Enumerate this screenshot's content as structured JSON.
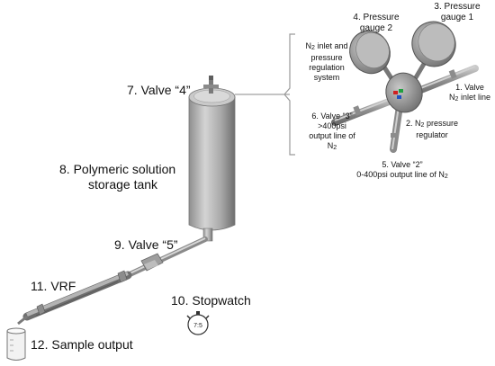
{
  "labels": {
    "valve4": "7. Valve “4”",
    "tank_line1": "8. Polymeric solution",
    "tank_line2": "storage tank",
    "valve5": "9. Valve “5”",
    "vrf": "11. VRF",
    "stopwatch": "10. Stopwatch",
    "stopwatch_face": "7:5",
    "sample_output": "12. Sample output"
  },
  "inset": {
    "pressure_gauge_2_line1": "4. Pressure",
    "pressure_gauge_2_line2": "gauge 2",
    "pressure_gauge_1_line1": "3. Pressure",
    "pressure_gauge_1_line2": "gauge 1",
    "n2_system_line1_prefix": "N",
    "n2_system_line1_suffix": " inlet and",
    "n2_system_line2": "pressure",
    "n2_system_line3": "regulation",
    "n2_system_line4": "system",
    "valve1_line1": "1. Valve",
    "valve1_line2_prefix": "N",
    "valve1_line2_suffix": " inlet line",
    "regulator_line1_prefix": "2. N",
    "regulator_line1_suffix": " pressure",
    "regulator_line2": "regulator",
    "valve3_line1": "6. Valve “3”",
    "valve3_line2": ">400psi",
    "valve3_line3": "output line of",
    "valve3_line4_prefix": "N",
    "valve2_line1": "5. Valve “2”",
    "valve2_line2_prefix": "0-400psi output line of N",
    "subscript_2": "2"
  },
  "colors": {
    "metal_dark": "#6b6b6b",
    "metal_mid": "#a9a9a9",
    "metal_light": "#dcdcdc",
    "bracket": "#9a9a9a",
    "regulator_marker_red": "#d02020",
    "regulator_marker_green": "#20a040",
    "regulator_marker_blue": "#2050c0"
  }
}
